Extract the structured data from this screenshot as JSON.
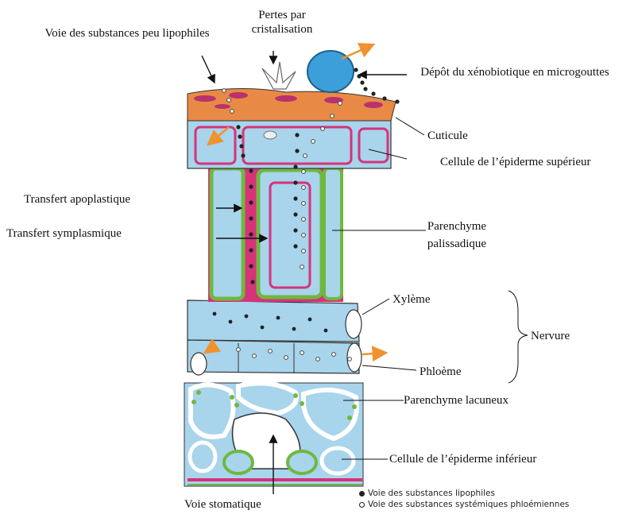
{
  "labels": {
    "pertes": "Pertes par cristalisation",
    "voie_peu_lipophiles": "Voie des substances peu lipophiles",
    "depot": "Dépôt du xénobiotique en microgouttes",
    "cuticule": "Cuticule",
    "epiderme_sup": "Cellule de l’épiderme supérieur",
    "transfert_apo": "Transfert apoplastique",
    "transfert_sym": "Transfert symplasmique",
    "parenchyme_pal": "Parenchyme palissadique",
    "xyleme": "Xylème",
    "nervure": "Nervure",
    "phloeme": "Phloème",
    "parenchyme_lac": "Parenchyme lacuneux",
    "epiderme_inf": "Cellule de l’épiderme inférieur",
    "voie_stomatique": "Voie stomatique"
  },
  "legend": [
    {
      "marker": "filled-dot",
      "text": "Voie des substances lipophiles"
    },
    {
      "marker": "hollow-dot",
      "text": "Voie des substances systémiques phloémiennes"
    }
  ],
  "colors": {
    "cell_fill": "#a8d4ec",
    "cuticle": "#e88a45",
    "chloroplast": "#6fb83f",
    "cell_wall_pink": "#d6337a",
    "arrow_orange": "#f0922e",
    "droplet": "#3d9fd9"
  }
}
